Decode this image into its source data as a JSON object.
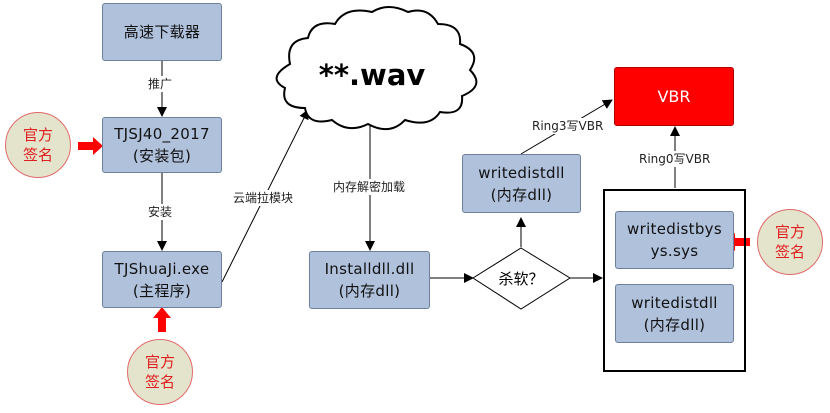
{
  "nodes": {
    "downloader": "高速下载器",
    "tjsj_name": "TJSJ40_2017",
    "tjsj_sub": "(安装包)",
    "tjshuaji_name": "TJShuaJi.exe",
    "tjshuaji_sub": "(主程序)",
    "wav": "**.wav",
    "installdll_name": "Installdll.dll",
    "installdll_sub": "(内存dll)",
    "decision": "杀软？",
    "writedistdll_top_name": "writedistdll",
    "writedistdll_top_sub": "(内存dll)",
    "vbr": "VBR",
    "writedistbys_line1": "writedistbys",
    "writedistbys_line2": "ys.sys",
    "writedistdll_bottom_name": "writedistdll",
    "writedistdll_bottom_sub": "(内存dll)"
  },
  "edges": {
    "promote": "推广",
    "install": "安装",
    "cloud_pull": "云端拉模块",
    "mem_decrypt": "内存解密加载",
    "ring3": "Ring3写VBR",
    "ring0": "Ring0写VBR"
  },
  "seals": {
    "seal_line1": "官方",
    "seal_line2": "签名"
  },
  "colors": {
    "node_fill": "#b0c1dc",
    "vbr_fill": "#ff0000",
    "seal_fill": "#e4e3cc",
    "seal_text": "#e02020",
    "arrow_red": "#ff0000"
  }
}
